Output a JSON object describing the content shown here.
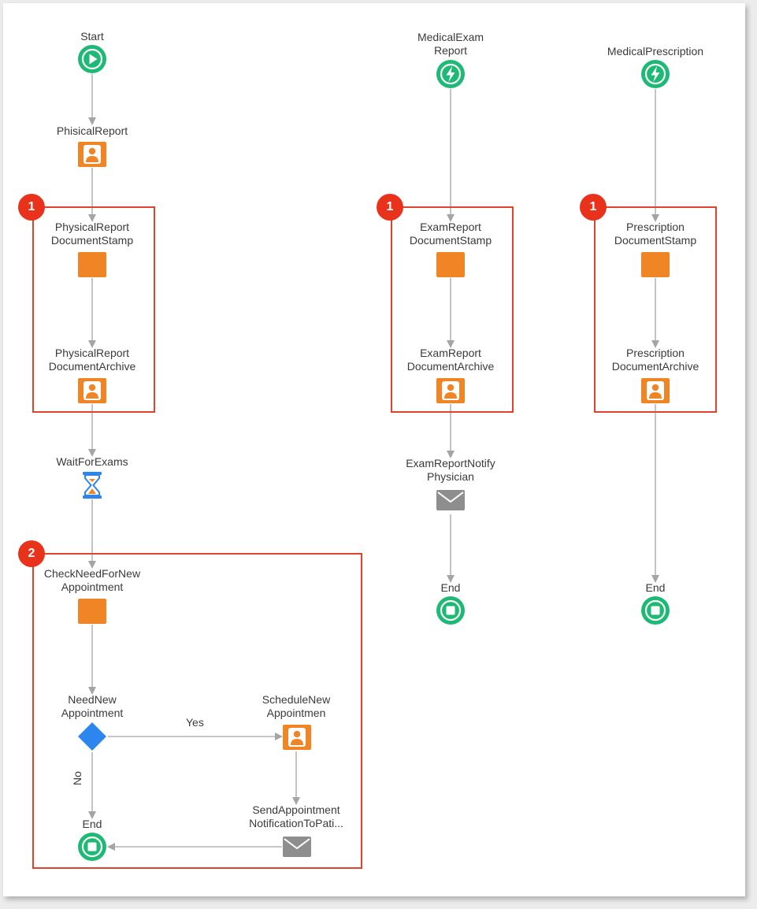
{
  "flows": {
    "left": {
      "start": "Start",
      "physical_report": "PhisicalReport",
      "stamp": [
        "PhysicalReport",
        "DocumentStamp"
      ],
      "archive": [
        "PhysicalReport",
        "DocumentArchive"
      ],
      "wait": "WaitForExams",
      "check": [
        "CheckNeedForNew",
        "Appointment"
      ],
      "decision": [
        "NeedNew",
        "Appointment"
      ],
      "schedule": [
        "ScheduleNew",
        "Appointmen"
      ],
      "send": [
        "SendAppointment",
        "NotificationToPati..."
      ],
      "end": "End",
      "yes": "Yes",
      "no": "No"
    },
    "middle": {
      "trigger": [
        "MedicalExam",
        "Report"
      ],
      "stamp": [
        "ExamReport",
        "DocumentStamp"
      ],
      "archive": [
        "ExamReport",
        "DocumentArchive"
      ],
      "notify": [
        "ExamReportNotify",
        "Physician"
      ],
      "end": "End"
    },
    "right": {
      "trigger": "MedicalPrescription",
      "stamp": [
        "Prescription",
        "DocumentStamp"
      ],
      "archive": [
        "Prescription",
        "DocumentArchive"
      ],
      "end": "End"
    }
  },
  "badges": [
    "1",
    "1",
    "1",
    "2"
  ],
  "colors": {
    "green": "#1fb976",
    "orange": "#ef8524",
    "blue": "#2c86ee",
    "gray": "#8e8e8e",
    "red": "#e8321c",
    "line": "#a5a5a5"
  }
}
